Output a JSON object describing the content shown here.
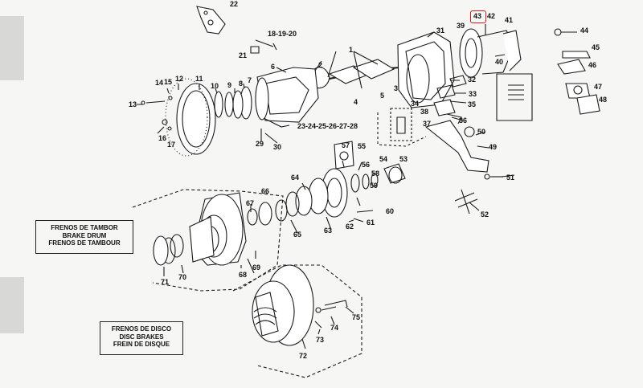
{
  "diagram": {
    "highlight_color": "#d41818",
    "ink_color": "#1a1a1a",
    "paper_color": "#f6f6f4",
    "highlighted_label": "43",
    "labels": [
      "22",
      "18-19-20",
      "21",
      "31",
      "39",
      "43",
      "42",
      "41",
      "44",
      "45",
      "46",
      "40",
      "1",
      "2",
      "6",
      "3",
      "32",
      "33",
      "34",
      "38",
      "35",
      "36",
      "37",
      "47",
      "48",
      "49",
      "50",
      "51",
      "52",
      "7",
      "8",
      "9",
      "10",
      "11",
      "12",
      "13",
      "14",
      "15",
      "4",
      "5",
      "16",
      "17",
      "23-24-25-26-27-28",
      "29",
      "30",
      "57",
      "55",
      "54",
      "53",
      "56",
      "58",
      "59",
      "60",
      "61",
      "62",
      "63",
      "64",
      "65",
      "66",
      "67",
      "68",
      "69",
      "70",
      "71",
      "72",
      "73",
      "74",
      "75"
    ],
    "captions": {
      "drum": [
        "FRENOS DE TAMBOR",
        "BRAKE DRUM",
        "FRENOS DE TAMBOUR"
      ],
      "disc": [
        "FRENOS DE DISCO",
        "DISC BRAKES",
        "FREIN DE DISQUE"
      ]
    }
  }
}
